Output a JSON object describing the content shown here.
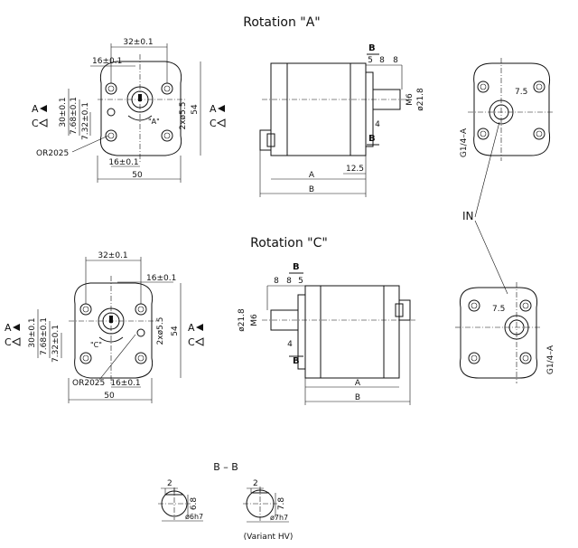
{
  "titles": {
    "rotation_a": "Rotation \"A\"",
    "rotation_c": "Rotation \"C\"",
    "section_bb": "B – B",
    "variant": "(Variant HV)",
    "in_label": "IN"
  },
  "view_a_front": {
    "dim_32": "32±0.1",
    "dim_16_top": "16±0.1",
    "dim_30": "30±0.1",
    "dim_768": "7.68±0.1",
    "dim_732": "7.32±0.1",
    "dim_16_bottom": "16±0.1",
    "dim_holes": "2xø5.5",
    "dim_54": "54",
    "dim_50": "50",
    "oring": "OR2025",
    "arrow_a": "A",
    "arrow_c": "C",
    "rot_label": "\"A\""
  },
  "view_a_side": {
    "sec_b": "B",
    "dim_5": "5",
    "dim_8a": "8",
    "dim_8b": "8",
    "m6": "M6",
    "d218": "ø21.8",
    "dim_4": "4",
    "dim_125": "12.5",
    "dim_A": "A",
    "dim_B": "B"
  },
  "view_a_back": {
    "dim_75": "7.5",
    "port": "G1/4–A"
  },
  "view_c_front": {
    "dim_32": "32±0.1",
    "dim_16_top": "16±0.1",
    "dim_30": "30±0.1",
    "dim_768": "7.68±0.1",
    "dim_732": "7.32±0.1",
    "dim_16_bottom": "16±0.1",
    "dim_holes": "2xø5.5",
    "dim_54": "54",
    "dim_50": "50",
    "oring": "OR2025",
    "arrow_a": "A",
    "arrow_c": "C",
    "rot_label": "\"C\""
  },
  "view_c_side": {
    "sec_b": "B",
    "dim_8a": "8",
    "dim_8b": "8",
    "dim_5": "5",
    "m6": "M6",
    "d218": "ø21.8",
    "dim_4": "4",
    "dim_A": "A",
    "dim_B": "B"
  },
  "view_c_back": {
    "dim_75": "7.5",
    "port": "G1/4–A"
  },
  "section": {
    "left_2": "2",
    "left_68": "6.8",
    "left_dia": "ø6h7",
    "right_2": "2",
    "right_78": "7.8",
    "right_dia": "ø7h7"
  }
}
